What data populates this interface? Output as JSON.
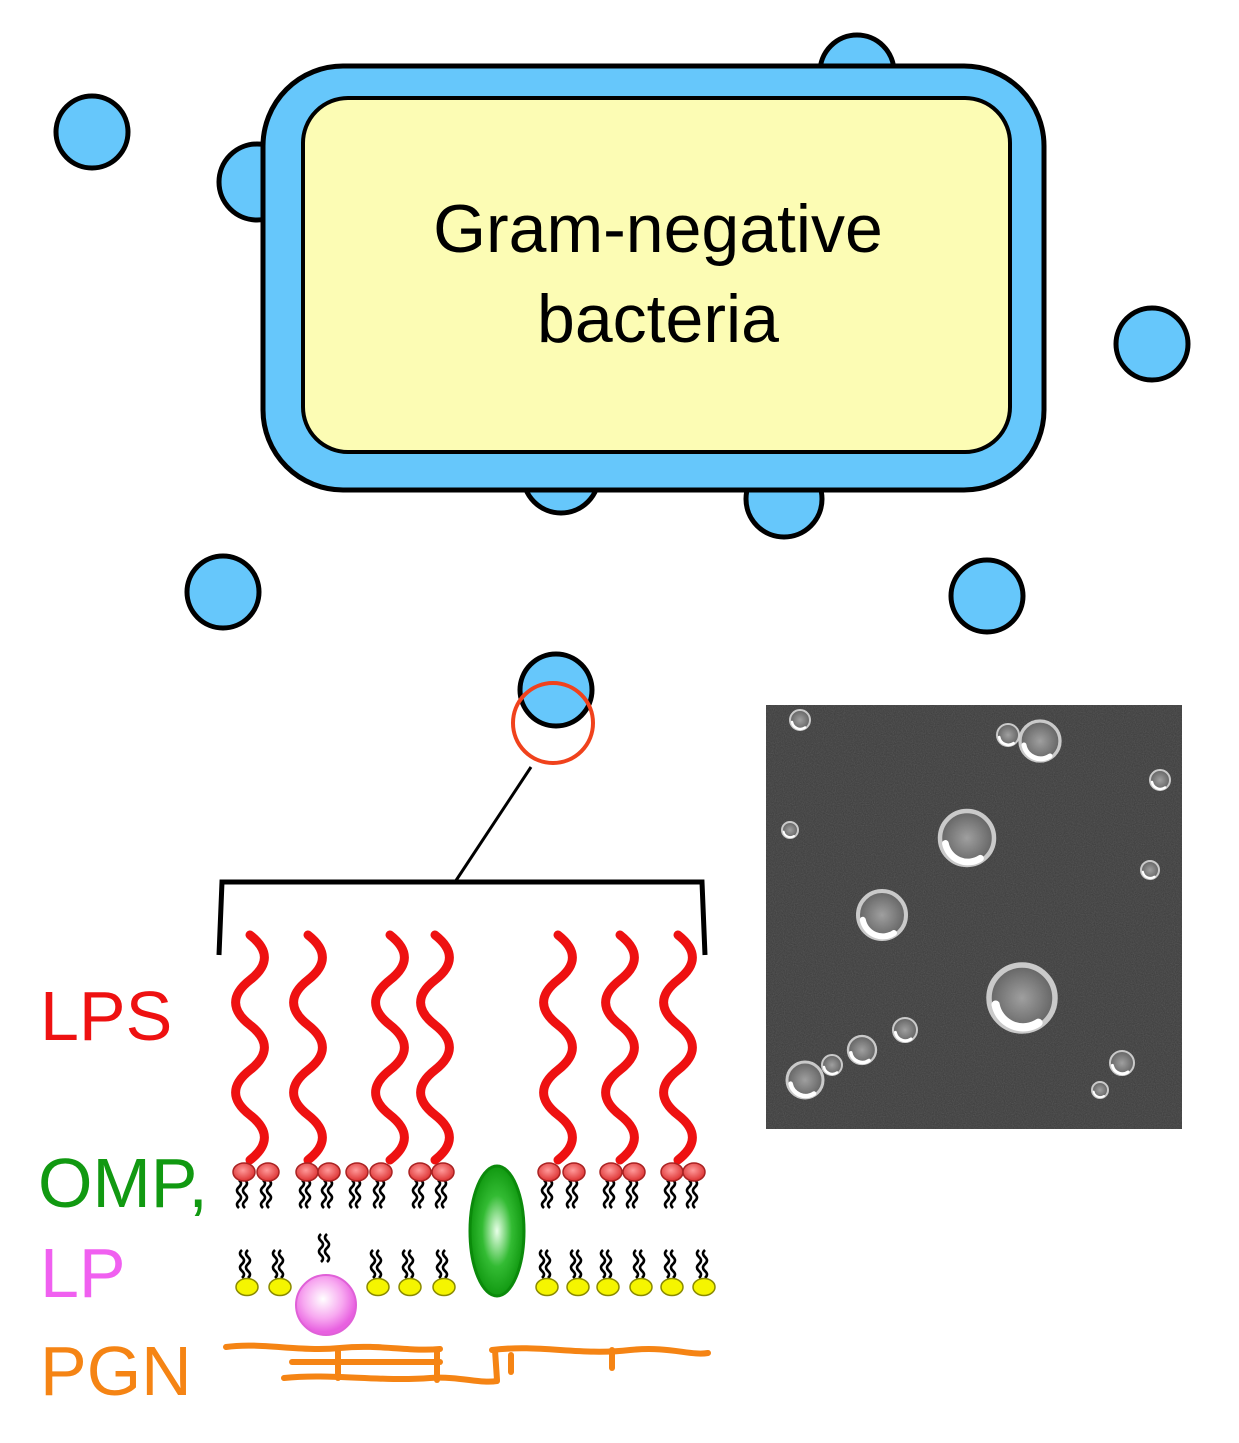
{
  "diagram": {
    "title_line1": "Gram-negative",
    "title_line2": "bacteria",
    "labels": {
      "lps": "LPS",
      "omp": "OMP,",
      "lp": "LP",
      "pgn": "PGN"
    },
    "colors": {
      "vesicle_fill": "#66c7fb",
      "cytoplasm_fill": "#fcfcb4",
      "outline": "#000000",
      "zoom_circle": "#f0421c",
      "lps": "#ee1111",
      "lipid_head_red": "#e85050",
      "lipid_head_yellow": "#f5f500",
      "omp": "#119911",
      "lp": "#f060f0",
      "pgn": "#f58414",
      "micrograph_bg": "#3c3c3c"
    },
    "micrograph": {
      "name": "electron-micrograph"
    }
  }
}
